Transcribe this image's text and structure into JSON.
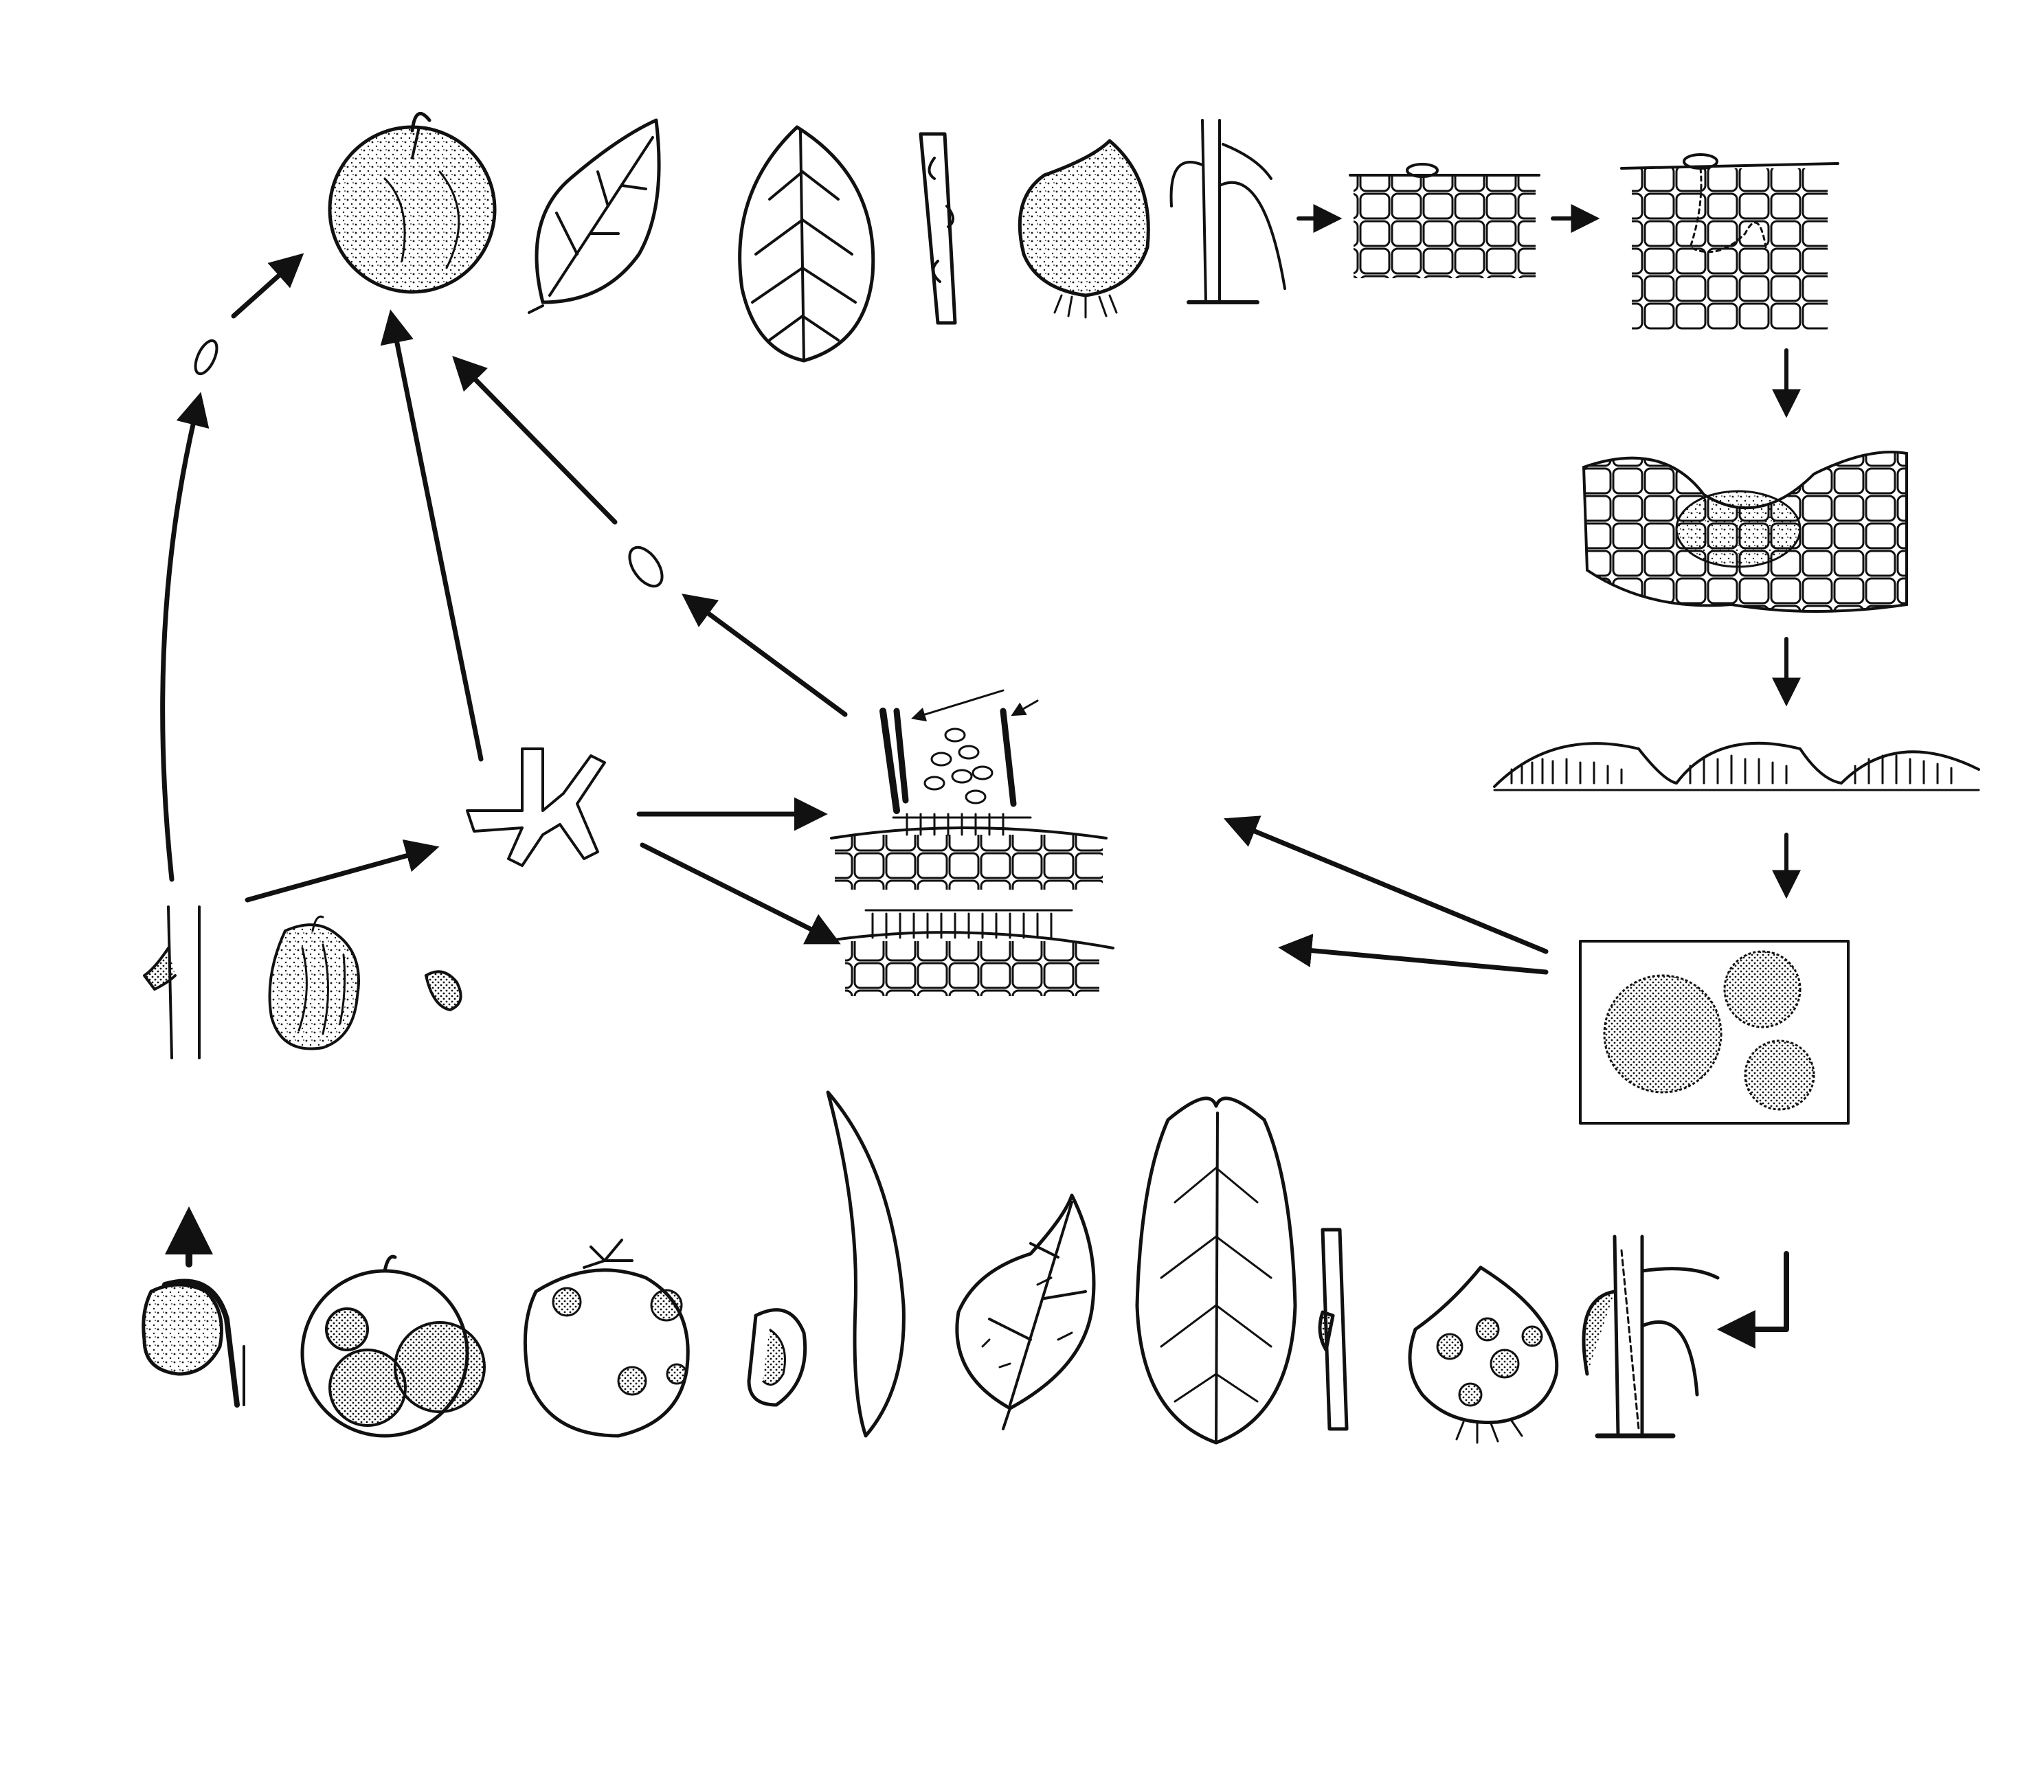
{
  "diagram": {
    "kind": "disease-cycle-line-drawing",
    "has_text": false,
    "colors": {
      "ink": "#111111",
      "background": "#ffffff"
    },
    "healthy_hosts": [
      "apple-fruit",
      "leaf",
      "elongated-leaf",
      "twig",
      "bulb",
      "grass-stem"
    ],
    "infection_stages": [
      "spore-landing-on-epidermis",
      "hyphae-penetrating-cells",
      "cells-collapsing",
      "acervuli-under-cuticle",
      "acervuli-surface-view"
    ],
    "overwintering": [
      "infected-twig",
      "mummified-fruit",
      "infected-seed"
    ],
    "dissemination": [
      "germinating-spore",
      "branched-mycelium",
      "conidia-with-setae"
    ],
    "diseased_hosts": [
      "infected-seedling",
      "anthracnose-apple",
      "anthracnose-tomato",
      "infected-bean-seed",
      "infected-pod",
      "infected-leaf-veins",
      "blighted-leaf",
      "cankered-twig",
      "infected-bulb",
      "infected-grass-stem"
    ]
  }
}
